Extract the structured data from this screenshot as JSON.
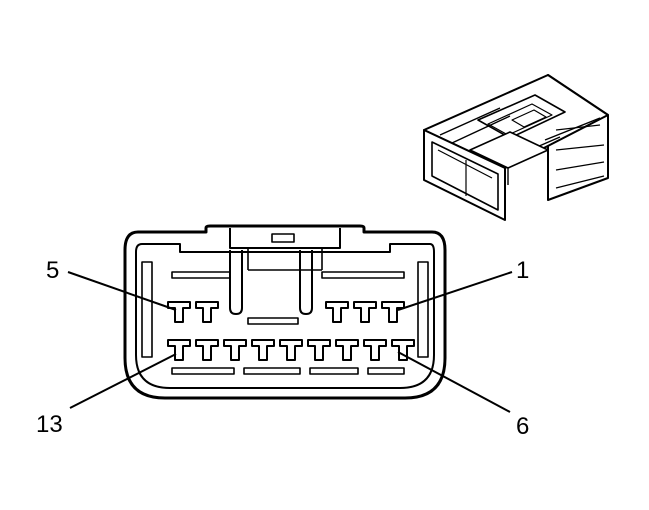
{
  "pin_labels": {
    "pin_5": "5",
    "pin_1": "1",
    "pin_13": "13",
    "pin_6": "6"
  },
  "colors": {
    "line": "#000000",
    "background": "#ffffff"
  }
}
